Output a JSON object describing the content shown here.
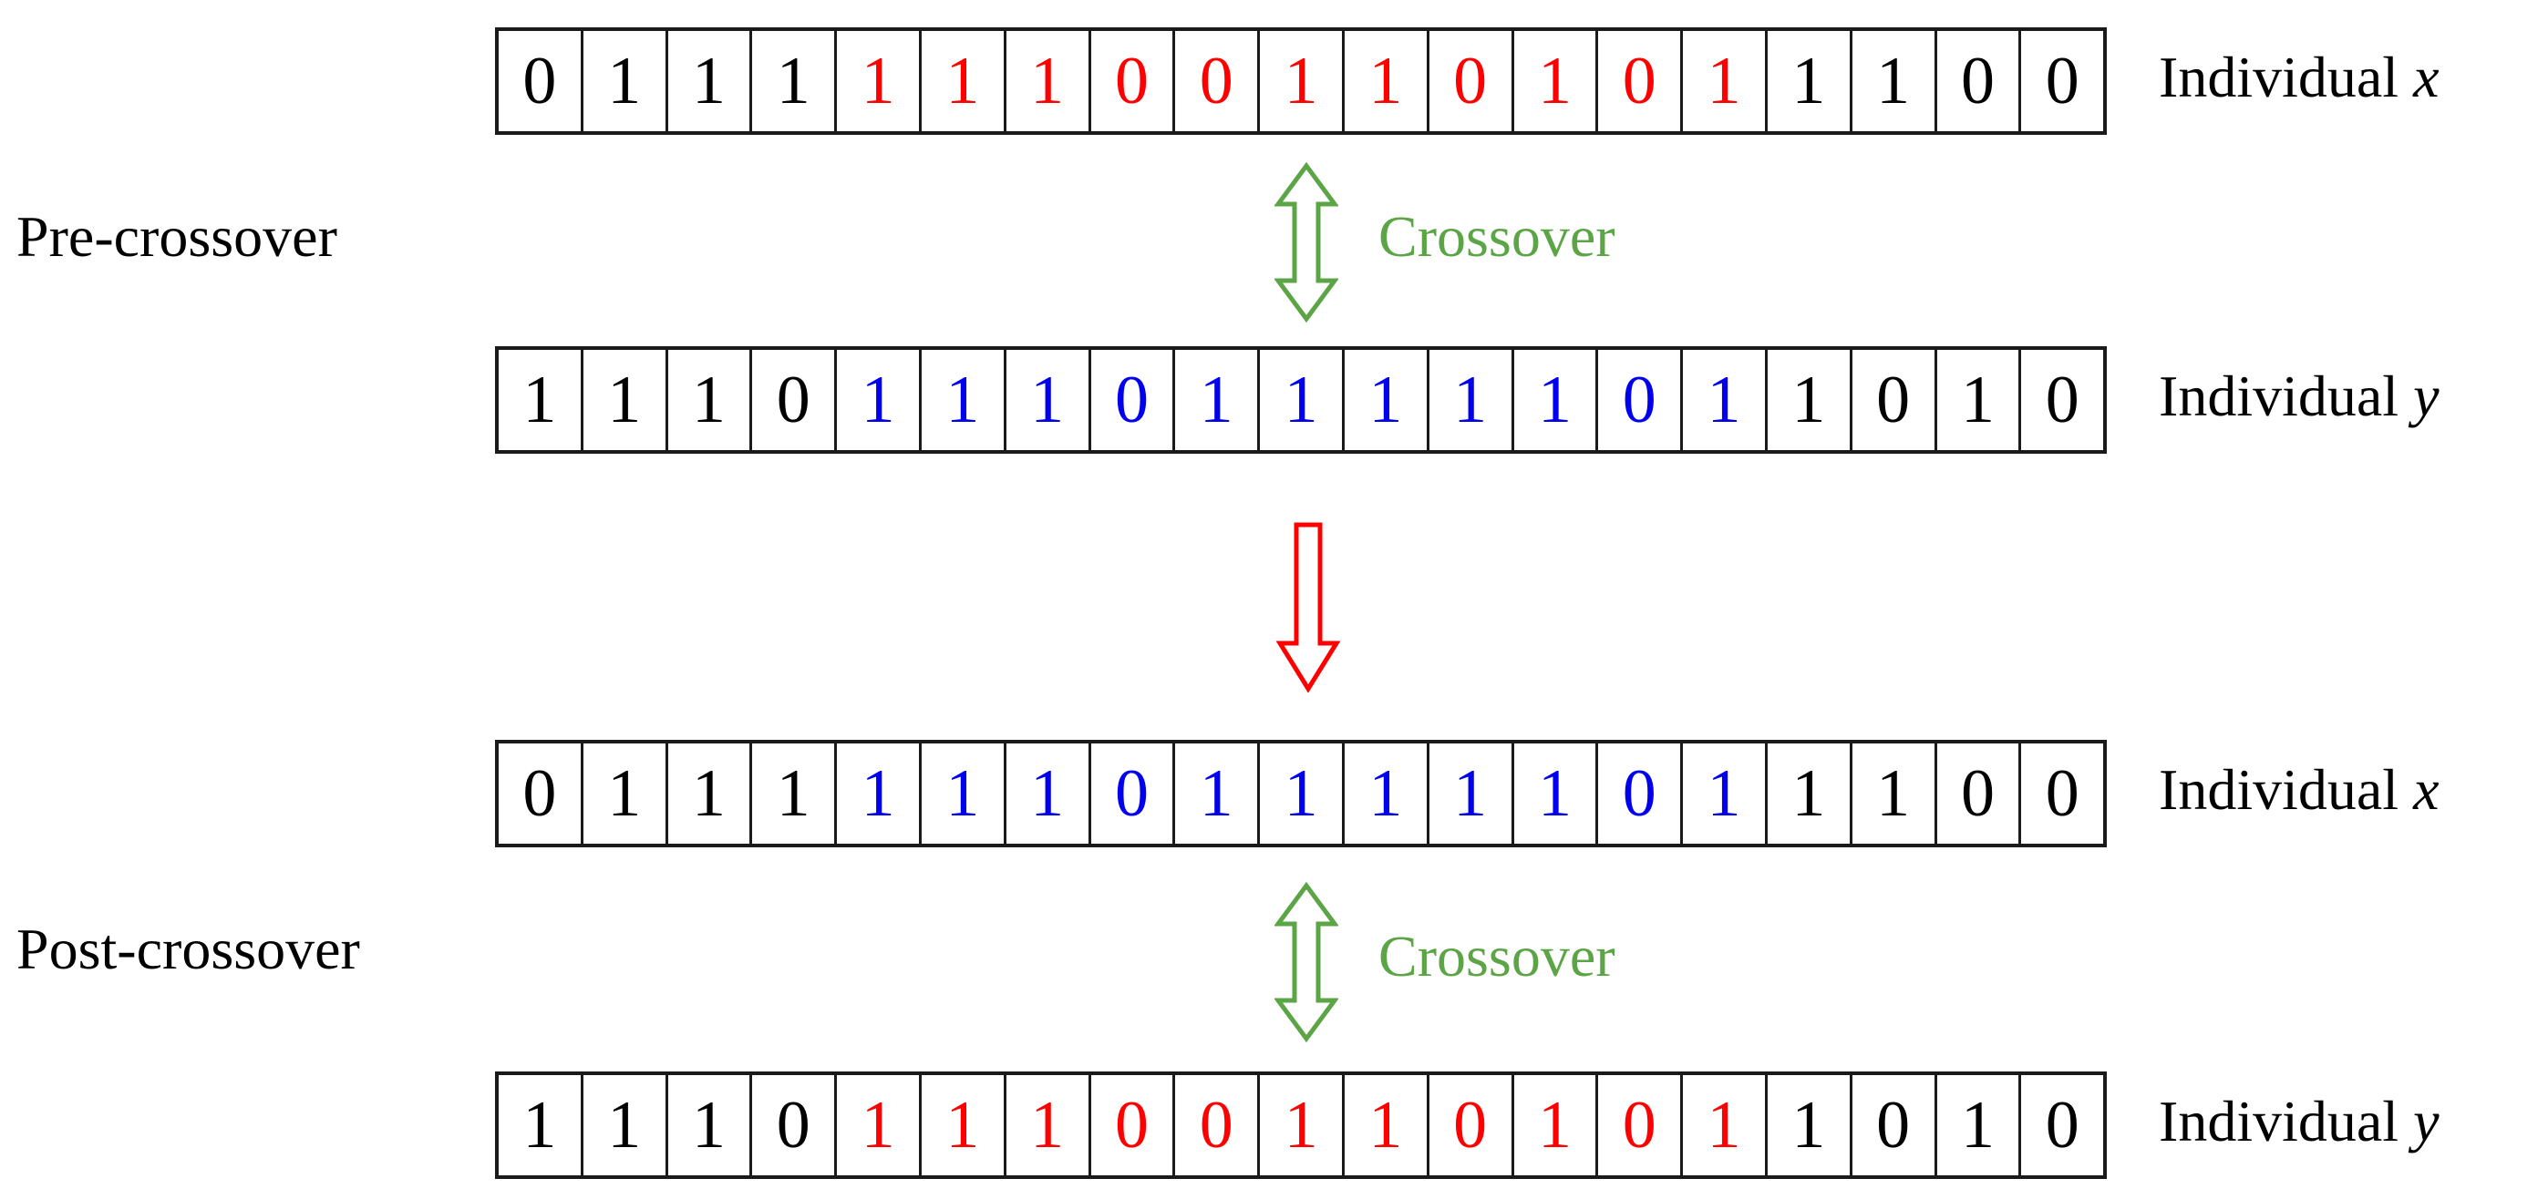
{
  "stages": {
    "pre_label": "Pre-crossover",
    "post_label": "Post-crossover"
  },
  "colors": {
    "black": "#000000",
    "red": "#ff0000",
    "blue": "#0000ee",
    "green": "#5ba546",
    "border": "#1a1a1a"
  },
  "arrows": {
    "crossover_label": "Crossover",
    "crossover_color": "#5ba546",
    "crossover_style": "double-headed-vertical-outline",
    "transform_color": "#ff0000",
    "transform_style": "down-outline"
  },
  "rows": [
    {
      "id": "row-1",
      "label_prefix": "Individual",
      "label_var": "x",
      "bits": [
        "0",
        "1",
        "1",
        "1",
        "1",
        "1",
        "1",
        "0",
        "0",
        "1",
        "1",
        "0",
        "1",
        "0",
        "1",
        "1",
        "1",
        "0",
        "0"
      ],
      "bits_full": [
        "0",
        "1",
        "1",
        "1",
        "1",
        "1",
        "1",
        "0",
        "0",
        "1",
        "1",
        "0",
        "1",
        "0",
        "1",
        "1",
        "1",
        "0",
        "0"
      ],
      "cells": [
        {
          "v": "0",
          "c": "black"
        },
        {
          "v": "1",
          "c": "black"
        },
        {
          "v": "1",
          "c": "black"
        },
        {
          "v": "1",
          "c": "black"
        },
        {
          "v": "1",
          "c": "red"
        },
        {
          "v": "1",
          "c": "red"
        },
        {
          "v": "1",
          "c": "red"
        },
        {
          "v": "0",
          "c": "red"
        },
        {
          "v": "0",
          "c": "red"
        },
        {
          "v": "1",
          "c": "red"
        },
        {
          "v": "1",
          "c": "red"
        },
        {
          "v": "0",
          "c": "red"
        },
        {
          "v": "1",
          "c": "red"
        },
        {
          "v": "0",
          "c": "red"
        },
        {
          "v": "1",
          "c": "red"
        },
        {
          "v": "1",
          "c": "black"
        },
        {
          "v": "1",
          "c": "black"
        },
        {
          "v": "0",
          "c": "black"
        },
        {
          "v": "0",
          "c": "black"
        }
      ]
    },
    {
      "id": "row-2",
      "label_prefix": "Individual",
      "label_var": "y",
      "cells": [
        {
          "v": "1",
          "c": "black"
        },
        {
          "v": "1",
          "c": "black"
        },
        {
          "v": "1",
          "c": "black"
        },
        {
          "v": "0",
          "c": "black"
        },
        {
          "v": "1",
          "c": "blue"
        },
        {
          "v": "1",
          "c": "blue"
        },
        {
          "v": "1",
          "c": "blue"
        },
        {
          "v": "0",
          "c": "blue"
        },
        {
          "v": "1",
          "c": "blue"
        },
        {
          "v": "1",
          "c": "blue"
        },
        {
          "v": "1",
          "c": "blue"
        },
        {
          "v": "1",
          "c": "blue"
        },
        {
          "v": "1",
          "c": "blue"
        },
        {
          "v": "0",
          "c": "blue"
        },
        {
          "v": "1",
          "c": "blue"
        },
        {
          "v": "1",
          "c": "black"
        },
        {
          "v": "0",
          "c": "black"
        },
        {
          "v": "1",
          "c": "black"
        },
        {
          "v": "0",
          "c": "black"
        }
      ]
    },
    {
      "id": "row-3",
      "label_prefix": "Individual",
      "label_var": "x",
      "cells": [
        {
          "v": "0",
          "c": "black"
        },
        {
          "v": "1",
          "c": "black"
        },
        {
          "v": "1",
          "c": "black"
        },
        {
          "v": "1",
          "c": "black"
        },
        {
          "v": "1",
          "c": "blue"
        },
        {
          "v": "1",
          "c": "blue"
        },
        {
          "v": "1",
          "c": "blue"
        },
        {
          "v": "0",
          "c": "blue"
        },
        {
          "v": "1",
          "c": "blue"
        },
        {
          "v": "1",
          "c": "blue"
        },
        {
          "v": "1",
          "c": "blue"
        },
        {
          "v": "1",
          "c": "blue"
        },
        {
          "v": "1",
          "c": "blue"
        },
        {
          "v": "0",
          "c": "blue"
        },
        {
          "v": "1",
          "c": "blue"
        },
        {
          "v": "1",
          "c": "black"
        },
        {
          "v": "1",
          "c": "black"
        },
        {
          "v": "0",
          "c": "black"
        },
        {
          "v": "0",
          "c": "black"
        }
      ]
    },
    {
      "id": "row-4",
      "label_prefix": "Individual",
      "label_var": "y",
      "cells": [
        {
          "v": "1",
          "c": "black"
        },
        {
          "v": "1",
          "c": "black"
        },
        {
          "v": "1",
          "c": "black"
        },
        {
          "v": "0",
          "c": "black"
        },
        {
          "v": "1",
          "c": "red"
        },
        {
          "v": "1",
          "c": "red"
        },
        {
          "v": "1",
          "c": "red"
        },
        {
          "v": "0",
          "c": "red"
        },
        {
          "v": "0",
          "c": "red"
        },
        {
          "v": "1",
          "c": "red"
        },
        {
          "v": "1",
          "c": "red"
        },
        {
          "v": "0",
          "c": "red"
        },
        {
          "v": "1",
          "c": "red"
        },
        {
          "v": "0",
          "c": "red"
        },
        {
          "v": "1",
          "c": "red"
        },
        {
          "v": "1",
          "c": "black"
        },
        {
          "v": "0",
          "c": "black"
        },
        {
          "v": "1",
          "c": "black"
        },
        {
          "v": "0",
          "c": "black"
        }
      ]
    }
  ]
}
